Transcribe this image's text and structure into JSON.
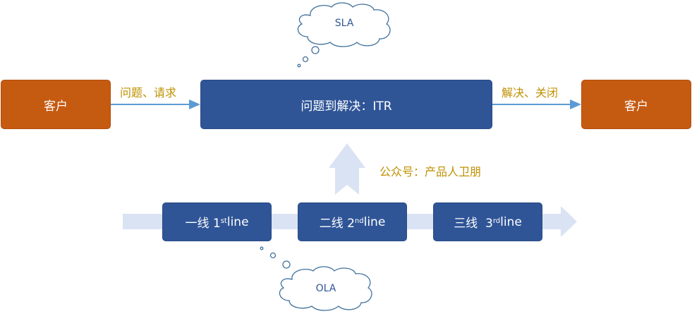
{
  "nodes": {
    "customer_left": "客户",
    "itr": "问题到解决：ITR",
    "customer_right": "客户"
  },
  "edges": {
    "left_arrow_label": "问题、请求",
    "right_arrow_label": "解决、关闭"
  },
  "clouds": {
    "top": "SLA",
    "bottom": "OLA"
  },
  "watermark": "公众号：产品人卫朋",
  "lines": [
    {
      "prefix": "一线 1",
      "sup": "st",
      "suffix": " line"
    },
    {
      "prefix": "二线 2",
      "sup": "nd",
      "suffix": " line"
    },
    {
      "prefix": "三线  3",
      "sup": "rd",
      "suffix": " line"
    }
  ],
  "colors": {
    "orange": "#c55a11",
    "blue": "#2f5597",
    "arrow": "#5b9bd5",
    "light_arrow": "#dae3f3",
    "gold": "#bf9000"
  }
}
